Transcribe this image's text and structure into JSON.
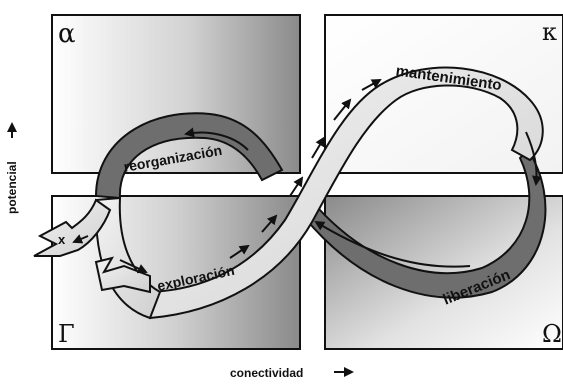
{
  "quadrants": {
    "top_left": "α",
    "top_right": "κ",
    "bottom_left": "Γ",
    "bottom_right": "Ω"
  },
  "phases": {
    "conservation": "mantenimiento",
    "reorganization": "reorganización",
    "exploitation": "exploración",
    "release": "liberación",
    "exit": "x"
  },
  "axes": {
    "x_label": "conectividad",
    "y_label": "potencial"
  },
  "colors": {
    "ribbon_light": "#ececec",
    "ribbon_dark": "#6e6e6e",
    "frame": "#111111"
  }
}
